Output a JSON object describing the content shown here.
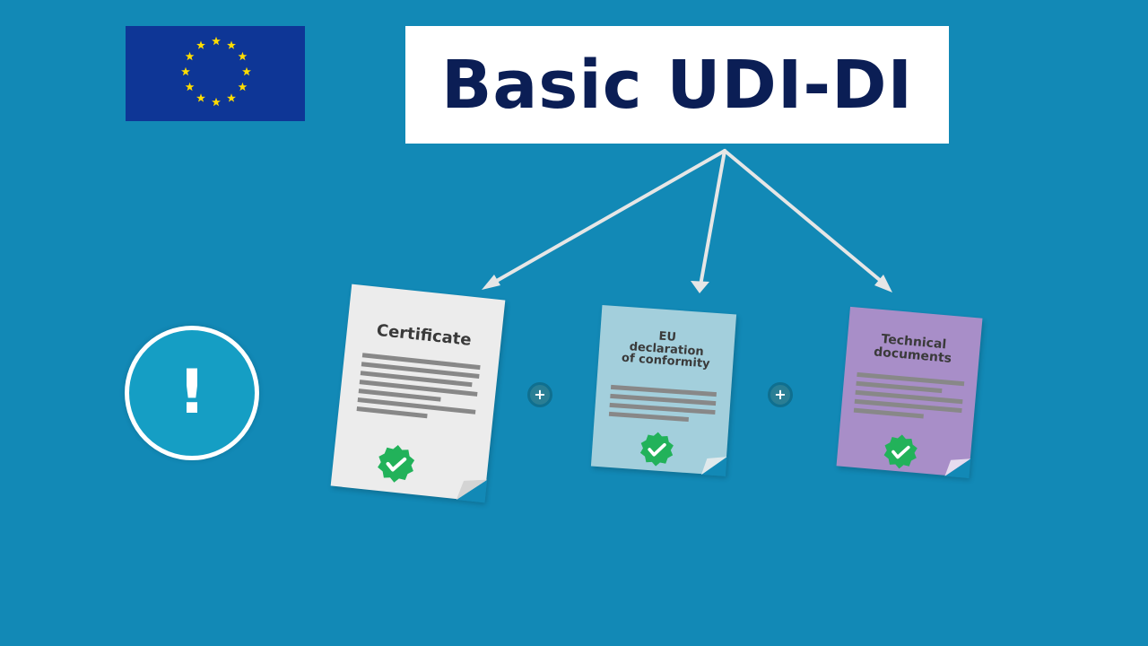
{
  "title": "Basic UDI-DI",
  "flag": {
    "name": "European Union flag",
    "field_color": "#0e3696",
    "star_color": "#ffdd00",
    "star_count": 12
  },
  "alert": {
    "symbol": "!"
  },
  "documents": [
    {
      "label": "Certificate",
      "color": "#ececec"
    },
    {
      "label": "EU declaration of conformity",
      "label_lines": [
        "EU",
        "declaration",
        "of conformity"
      ],
      "color": "#a3cfdc"
    },
    {
      "label": "Technical documents",
      "label_lines": [
        "Technical",
        "documents"
      ],
      "color": "#a88ec8"
    }
  ],
  "connectors": [
    "+",
    "+"
  ],
  "colors": {
    "background": "#1289b6",
    "title_text": "#0b1e55",
    "check": "#22b25a",
    "arrow": "#e6e6e6"
  }
}
